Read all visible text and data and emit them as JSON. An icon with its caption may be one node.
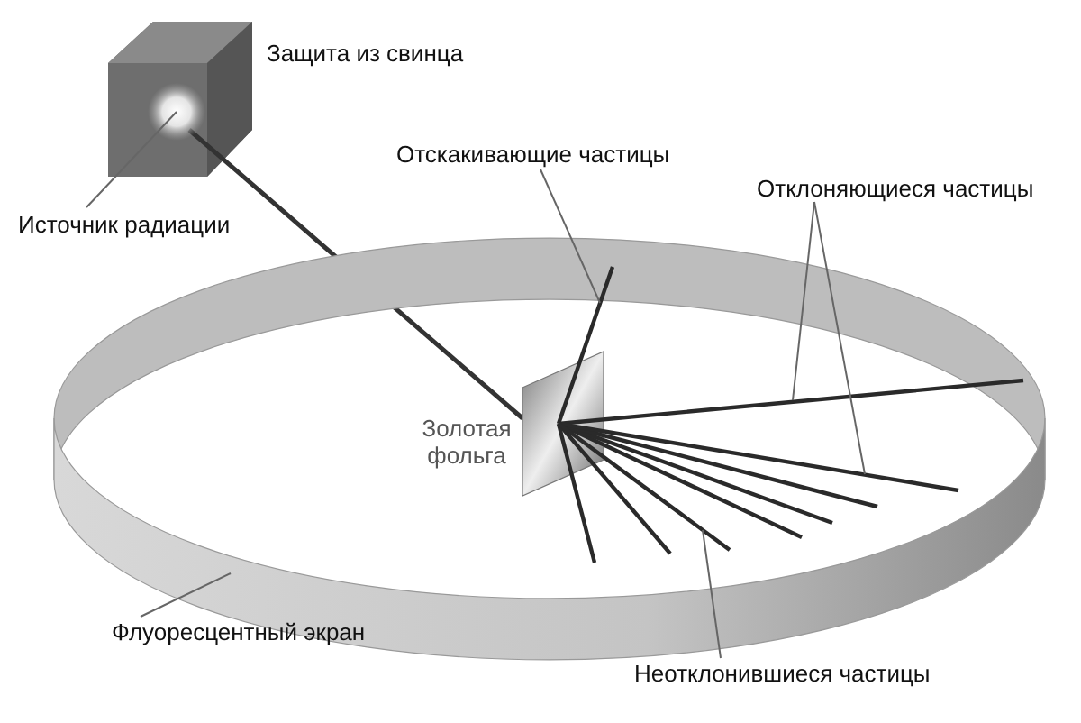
{
  "diagram": {
    "nodes": [
      {
        "text": [
          "Источник радиации"
        ]
      },
      {
        "text": [],
        "shape": "circle"
      },
      {
        "text": [
          "Отскакивающие частицы"
        ]
      },
      {
        "text": [],
        "shape": "line"
      },
      {
        "text": [
          "Отклоняющиеся частицы"
        ]
      },
      {
        "text": [],
        "shape": "line"
      },
      {
        "text": [],
        "shape": "line"
      },
      {
        "text": [
          "Флуоресцентный экран"
        ]
      },
      {
        "text": [],
        "shape": "band"
      },
      {
        "text": [
          "Неотклонившиеся частицы"
        ]
      },
      {
        "text": [],
        "shape": "line"
      }
    ],
    "edges": [
      {
        "from": 0,
        "to": 1,
        "arrow": "none"
      },
      {
        "from": 2,
        "to": 3,
        "arrow": "none"
      },
      {
        "from": 4,
        "to": 5,
        "arrow": "none"
      },
      {
        "from": 4,
        "to": 6,
        "arrow": "none"
      },
      {
        "from": 7,
        "to": 8,
        "arrow": "none"
      },
      {
        "from": 9,
        "to": 10,
        "arrow": "none"
      }
    ],
    "labels": [
      "Защита из свинца",
      "Золотая фольга"
    ]
  }
}
